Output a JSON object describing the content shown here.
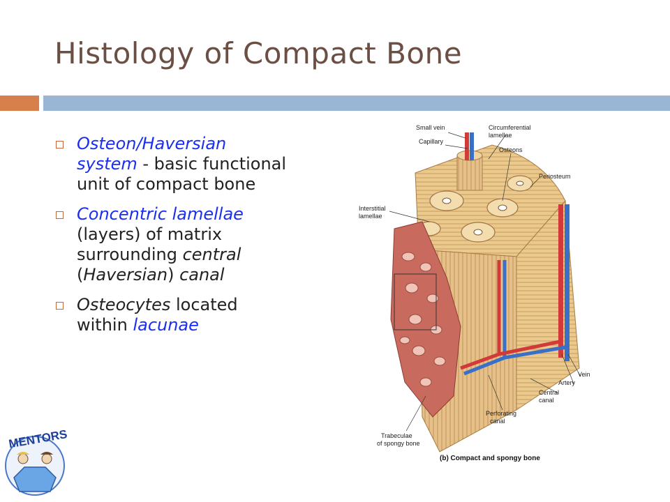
{
  "slide": {
    "title": "Histology of Compact Bone",
    "bullets": [
      {
        "a": "Osteon/Haversian system",
        "b": " - basic functional unit of compact bone"
      },
      {
        "a": "Concentric lamellae",
        "b": " (layers) of matrix surrounding ",
        "c": "central",
        "d": " (",
        "e": "Haversian",
        "f": ") ",
        "g": "canal"
      },
      {
        "a": "Osteocytes",
        "b": " located within ",
        "c": "lacunae"
      }
    ]
  },
  "figure": {
    "labels": {
      "small_vein": "Small vein",
      "capillary": "Capillary",
      "circumferential": "Circumferential",
      "lamellae": "lamellae",
      "osteons": "Osteons",
      "periosteum": "Periosteum",
      "interstitial": "Interstitial",
      "interstitial_lamellae": "lamellae",
      "vein": "Vein",
      "artery": "Artery",
      "central": "Central",
      "central_canal": "canal",
      "perforating": "Perforating",
      "perforating_canal": "canal",
      "trabeculae": "Trabeculae",
      "spongy": "of spongy bone"
    },
    "caption": "(b) Compact and spongy bone"
  },
  "logo": {
    "text": "MENTORS"
  },
  "colors": {
    "title": "#6b4f44",
    "accent_bar": "#d8804c",
    "main_bar": "#99b6d4",
    "highlight": "#1a2ff0",
    "bullet_box": "#c26a3b"
  }
}
